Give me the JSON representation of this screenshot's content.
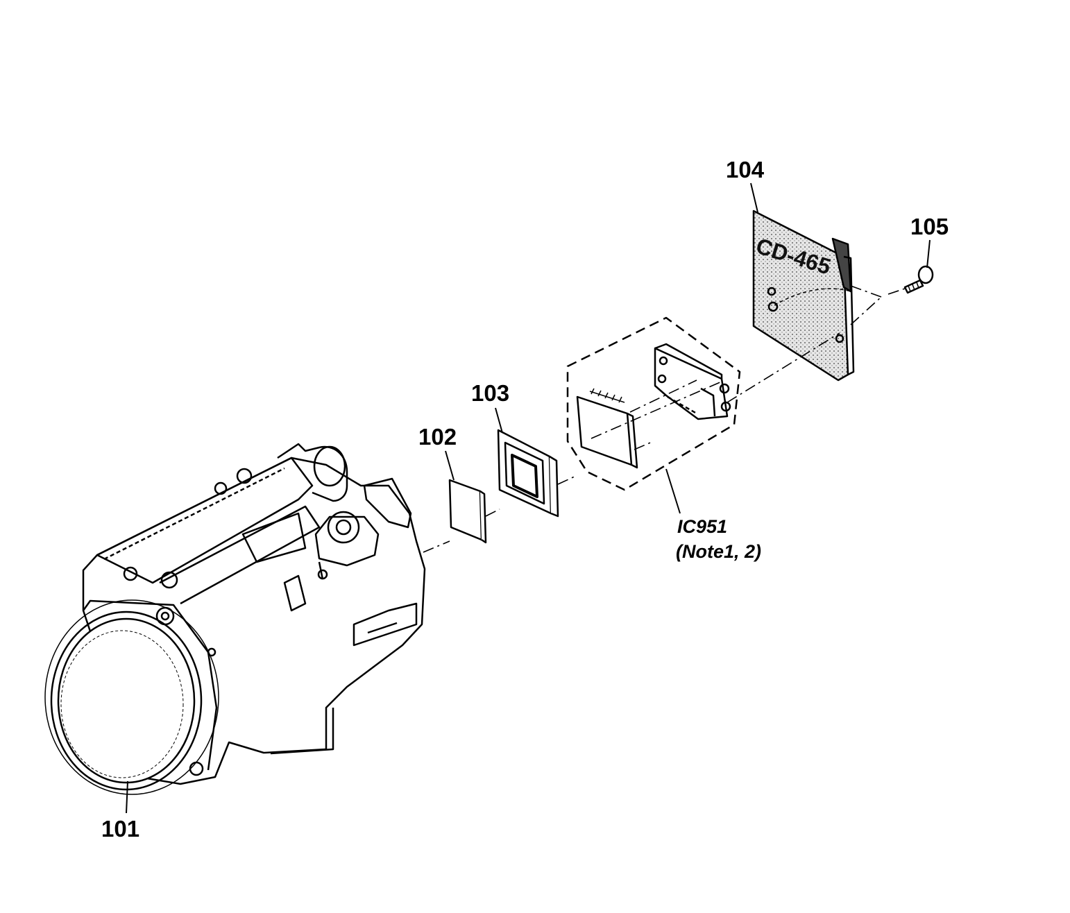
{
  "callouts": {
    "p101": "101",
    "p102": "102",
    "p103": "103",
    "p104": "104",
    "p105": "105"
  },
  "ic_label": {
    "line1": "IC951",
    "line2": "(Note1, 2)"
  },
  "board_marking": "CD-465",
  "colors": {
    "ink": "#000000",
    "paper": "#ffffff",
    "board_fill": "#d9d9d9"
  }
}
